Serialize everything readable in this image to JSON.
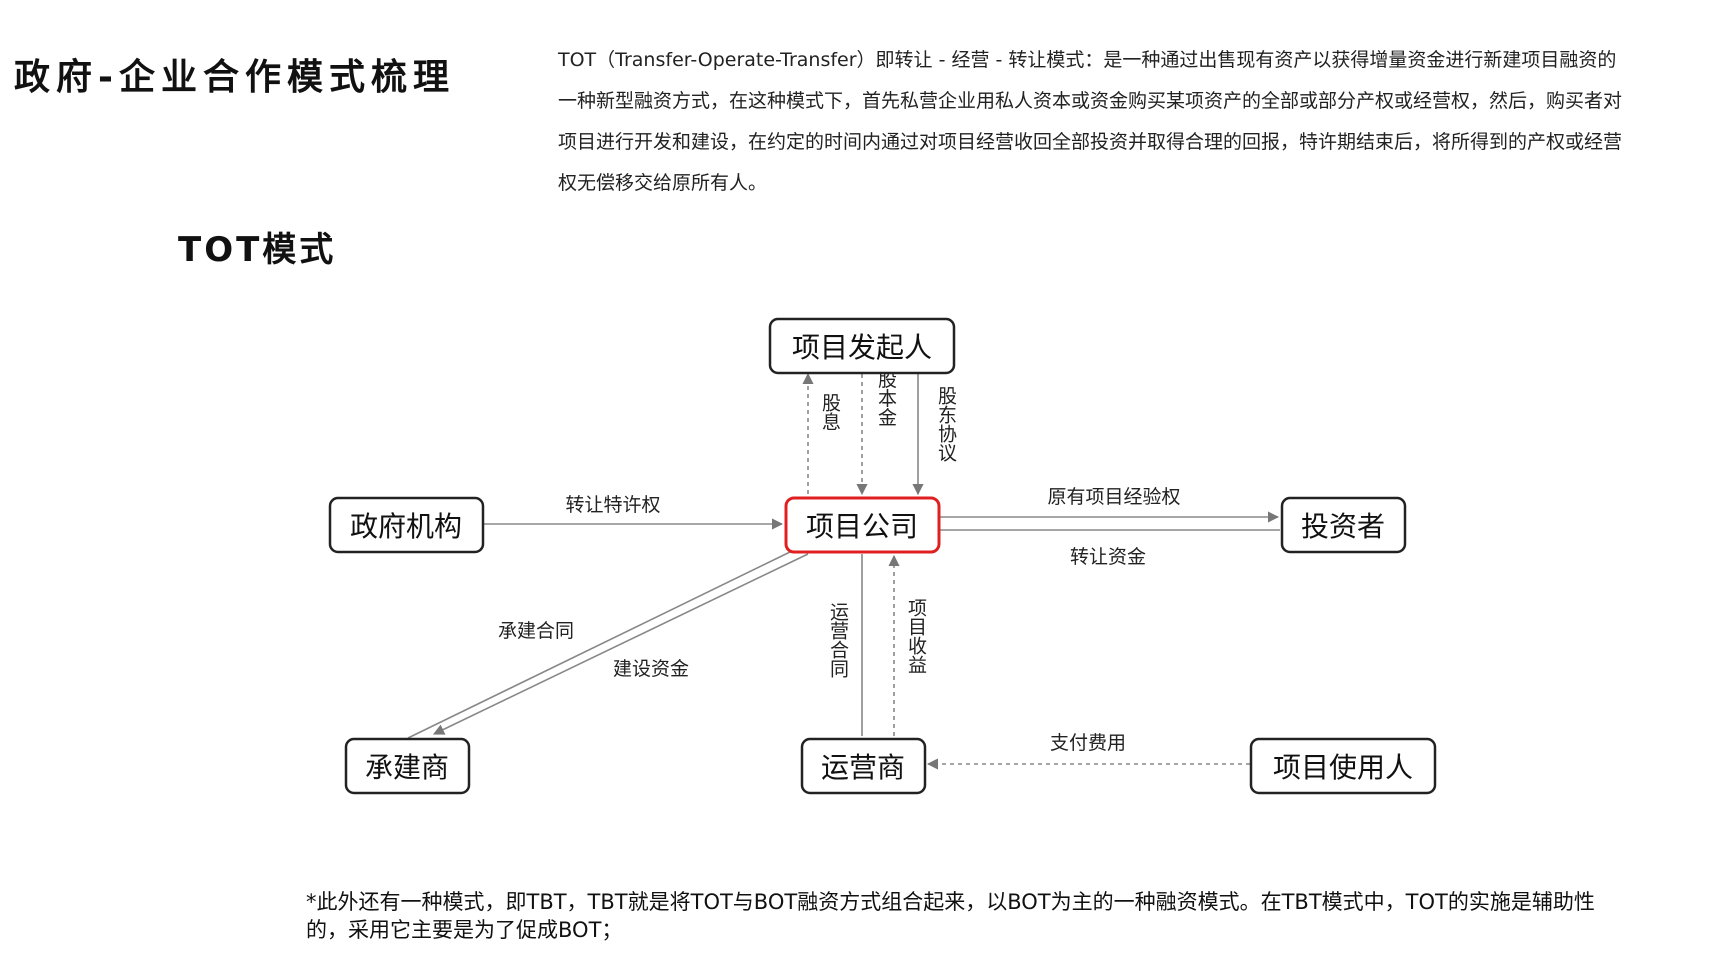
{
  "header": {
    "title": "政府-企业合作模式梳理",
    "intro": "TOT（Transfer-Operate-Transfer）即转让 - 经营 - 转让模式：是一种通过出售现有资产以获得增量资金进行新建项目融资的一种新型融资方式，在这种模式下，首先私营企业用私人资本或资金购买某项资产的全部或部分产权或经营权，然后，购买者对项目进行开发和建设，在约定的时间内通过对项目经营收回全部投资并取得合理的回报，特许期结束后，将所得到的产权或经营权无偿移交给原所有人。"
  },
  "section": {
    "title": "TOT模式"
  },
  "diagram": {
    "nodes": {
      "sponsor": "项目发起人",
      "government": "政府机构",
      "company": "项目公司",
      "investor": "投资者",
      "contractor": "承建商",
      "operator": "运营商",
      "user": "项目使用人"
    },
    "edges": {
      "dividend": "股息",
      "capital": "股本金",
      "shareholder_agreement": "股东协议",
      "transfer_franchise": "转让特许权",
      "original_experience": "原有项目经验权",
      "transfer_funds": "转让资金",
      "construction_contract": "承建合同",
      "construction_funds": "建设资金",
      "operation_contract": "运营合同",
      "project_revenue": "项目收益",
      "pay_fee": "支付费用"
    },
    "center_color": "#e02020"
  },
  "footer": {
    "note": "*此外还有一种模式，即TBT，TBT就是将TOT与BOT融资方式组合起来，以BOT为主的一种融资模式。在TBT模式中，TOT的实施是辅助性的，采用它主要是为了促成BOT；"
  }
}
